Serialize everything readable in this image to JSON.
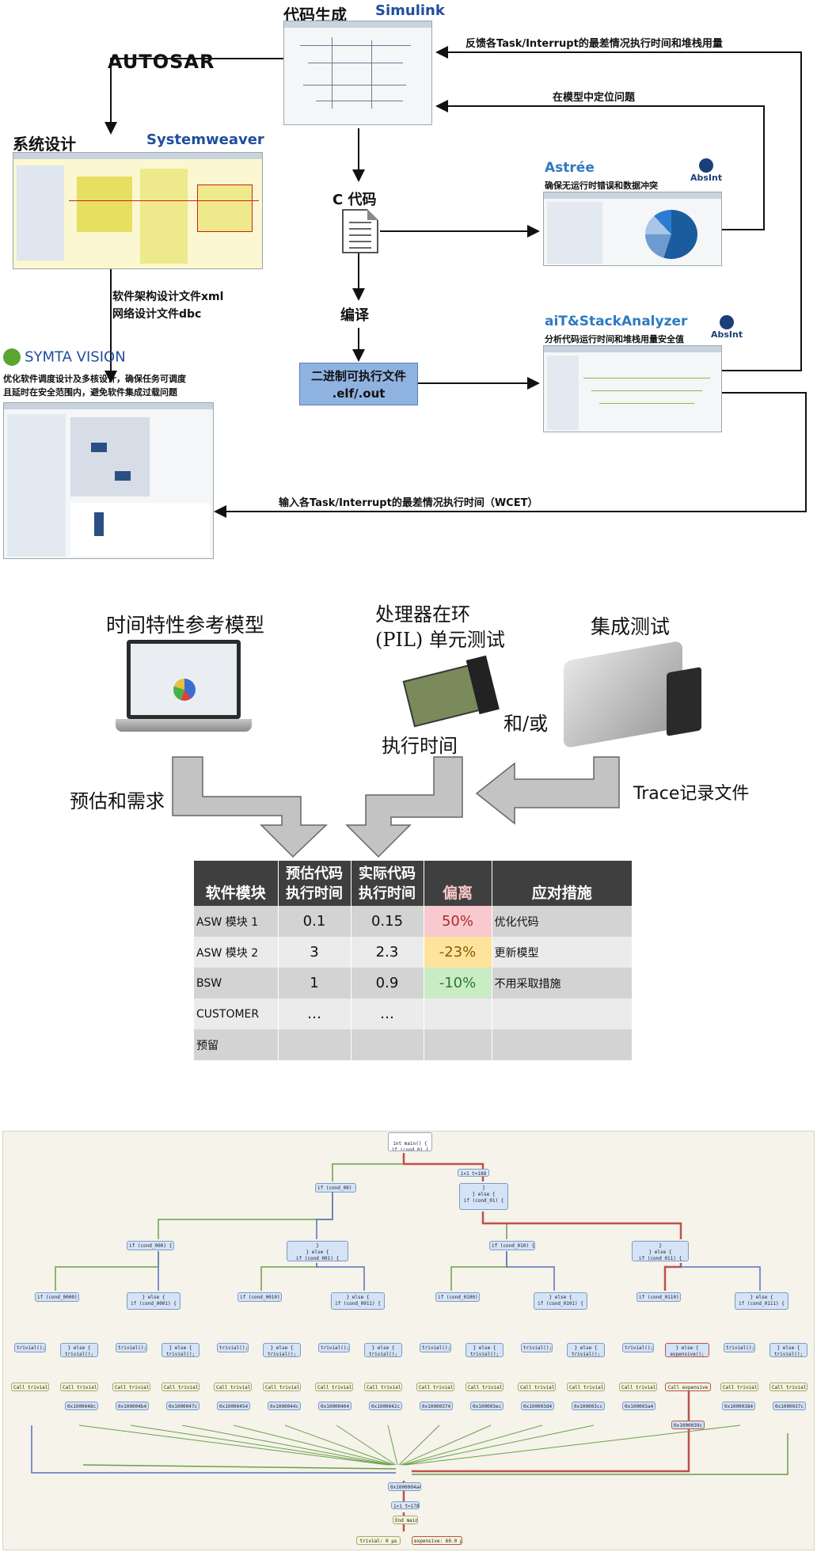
{
  "section1": {
    "code_gen_label": "代码生成",
    "simulink_label": "Simulink",
    "autosar_logo": "AUTOSAR",
    "system_design_label": "系统设计",
    "systemweaver_label": "Systemweaver",
    "c_code_label": "C 代码",
    "compile_label": "编译",
    "binary_line1": "二进制可执行文件",
    "binary_line2": ".elf/.out",
    "astree_label": "Astrée",
    "astree_desc": "确保无运行时错误和数据冲突",
    "absint_label": "AbsInt",
    "ait_label": "aiT&StackAnalyzer",
    "ait_desc": "分析代码运行时间和堆栈用量安全值",
    "feedback_label": "反馈各Task/Interrupt的最差情况执行时间和堆栈用量",
    "locate_label": "在模型中定位问题",
    "arch_line1": "软件架构设计文件xml",
    "arch_line2": "网络设计文件dbc",
    "symta_label": "SYMTA VISION",
    "symta_desc1": "优化软件调度设计及多核设计，确保任务可调度",
    "symta_desc2": "且延时在安全范围内，避免软件集成过载问题",
    "wcet_label": "输入各Task/Interrupt的最差情况执行时间（WCET）"
  },
  "section2": {
    "timing_model_label": "时间特性参考模型",
    "pil_line1": "处理器在环",
    "pil_line2": "(PIL) 单元测试",
    "integration_label": "集成测试",
    "and_or_label": "和/或",
    "exec_time_label": "执行时间",
    "estimate_label": "预估和需求",
    "trace_label": "Trace记录文件",
    "table": {
      "headers": [
        "软件模块",
        "预估代码执行时间",
        "实际代码执行时间",
        "偏离",
        "应对措施"
      ],
      "rows": [
        [
          "ASW 模块 1",
          "0.1",
          "0.15",
          "50%",
          "优化代码"
        ],
        [
          "ASW 模块 2",
          "3",
          "2.3",
          "-23%",
          "更新模型"
        ],
        [
          "BSW",
          "1",
          "0.9",
          "-10%",
          "不用采取措施"
        ],
        [
          "CUSTOMER",
          "…",
          "…",
          "",
          ""
        ],
        [
          "预留",
          "",
          "",
          "",
          ""
        ]
      ]
    }
  },
  "section3": {
    "root": "int main() {\n  if (cond_0) {",
    "end_label": "End main",
    "legend_trivial": "trivial: 0 µs",
    "legend_expensive": "expensive: 60.0 µs",
    "final_block": "0x1000004a4",
    "final_edge": "1×1 t=178"
  }
}
